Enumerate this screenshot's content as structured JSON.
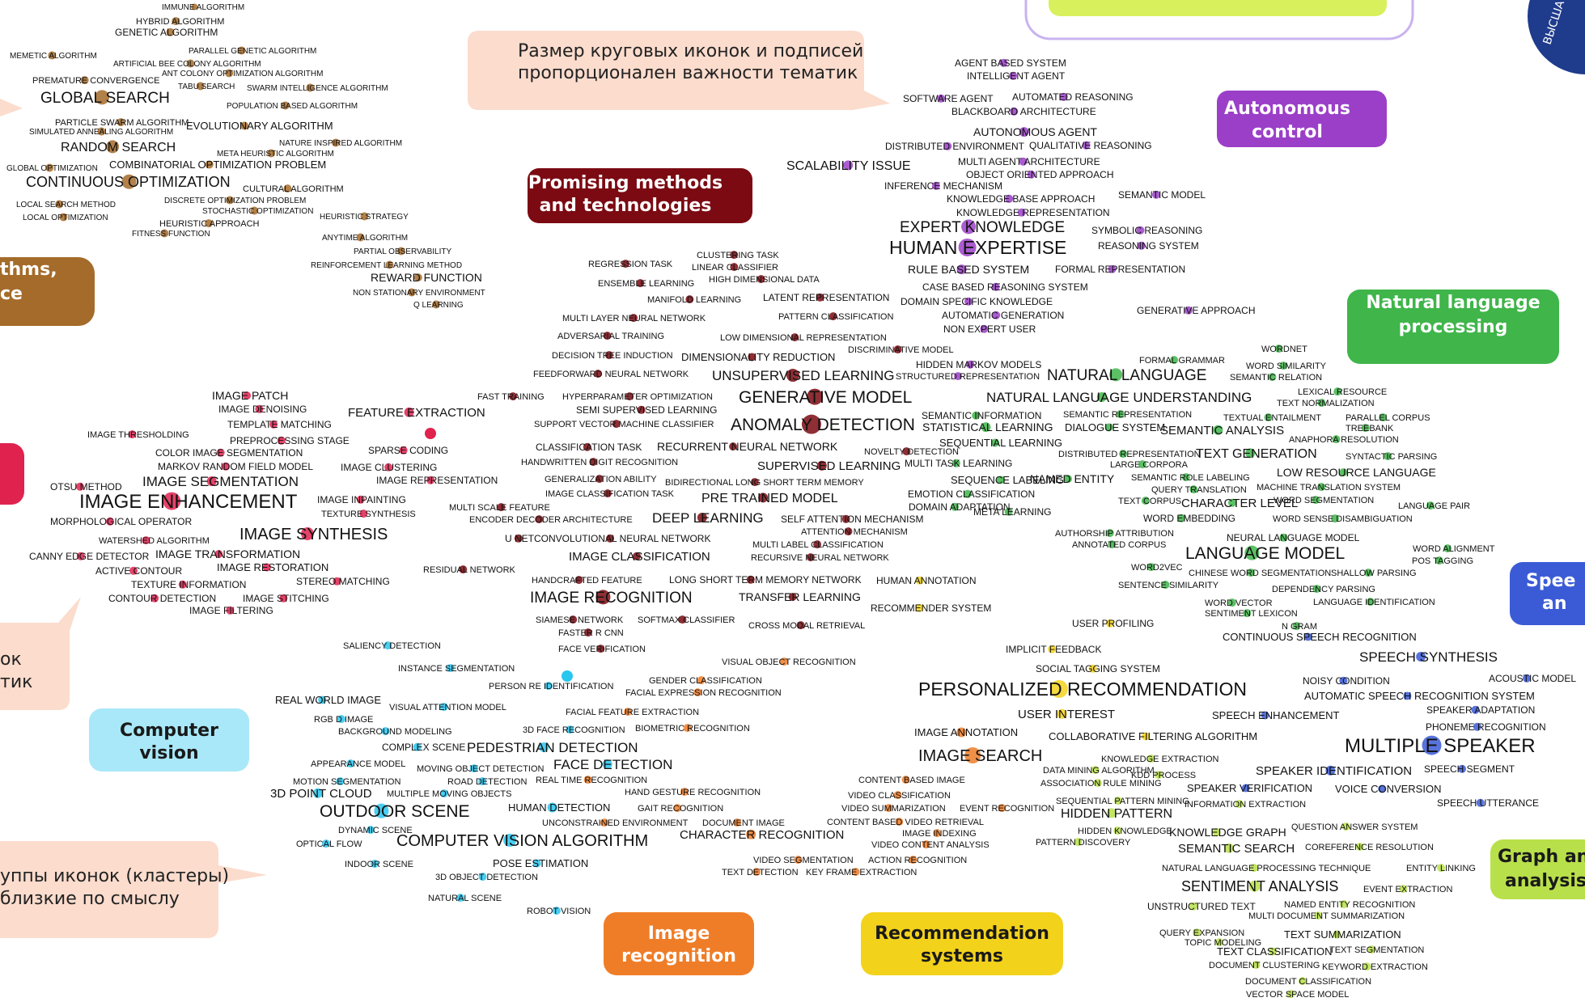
{
  "callouts": {
    "size_note": [
      "Размер круговых иконок и подписей",
      "пропорционален важности тематик"
    ],
    "cluster_note": [
      "уппы иконок (кластеры)",
      "близкие по смыслу"
    ],
    "left_note": [
      "ок",
      "тик"
    ]
  },
  "cluster_labels": {
    "algorithms": [
      "thms,",
      "ce"
    ],
    "promising": [
      "Promising methods",
      "and technologies"
    ],
    "autonomous": [
      "Autonomous",
      "control"
    ],
    "nlp": [
      "Natural language",
      "processing"
    ],
    "computer_vision": [
      "Computer",
      "vision"
    ],
    "image_recognition": [
      "Image",
      "recognition"
    ],
    "recommendation": [
      "Recommendation",
      "systems"
    ],
    "speech": [
      "Spee",
      "an"
    ],
    "graph": [
      "Graph and",
      "analysis"
    ]
  },
  "logo_text": "ВЫСША",
  "colors": {
    "algorithms": "#a46b2a",
    "promising": "#7b0a12",
    "autonomous": "#9b3fc8",
    "nlp": "#3fb54a",
    "computer_vision": "#29c6ef",
    "image_proc": "#e0224f",
    "image_recognition": "#ef7d28",
    "recommendation": "#f3d21c",
    "speech": "#3b5bd6",
    "graph": "#b8e04a",
    "callout_bg": "#fbdccd",
    "cv_label_bg": "#a9e8f8",
    "logo": "#1f3b8c"
  },
  "terms": {
    "algorithms": [
      "IMMUNE ALGORITHM",
      "HYBRID ALGORITHM",
      "GENETIC ALGORITHM",
      "MEMETIC ALGORITHM",
      "PARALLEL GENETIC ALGORITHM",
      "ARTIFICIAL BEE COLONY ALGORITHM",
      "ANT COLONY OPTIMIZATION ALGORITHM",
      "PREMATURE CONVERGENCE",
      "TABU SEARCH",
      "SWARM INTELLIGENCE ALGORITHM",
      "GLOBAL SEARCH",
      "POPULATION BASED ALGORITHM",
      "PARTICLE SWARM ALGORITHM",
      "SIMULATED ANNEALING ALGORITHM",
      "EVOLUTIONARY ALGORITHM",
      "NATURE INSPIRED ALGORITHM",
      "RANDOM SEARCH",
      "META HEURISTIC ALGORITHM",
      "GLOBAL OPTIMIZATION",
      "COMBINATORIAL OPTIMIZATION PROBLEM",
      "CONTINUOUS OPTIMIZATION",
      "CULTURAL ALGORITHM",
      "DISCRETE OPTIMIZATION PROBLEM",
      "LOCAL SEARCH METHOD",
      "STOCHASTIC OPTIMIZATION",
      "LOCAL OPTIMIZATION",
      "HEURISTIC STRATEGY",
      "HEURISTIC APPROACH",
      "FITNESS FUNCTION",
      "ANYTIME ALGORITHM",
      "PARTIAL OBSERVABILITY",
      "REINFORCEMENT LEARNING METHOD",
      "REWARD FUNCTION",
      "NON STATIONARY ENVIRONMENT",
      "Q LEARNING"
    ],
    "promising": [
      "CLUSTERING TASK",
      "REGRESSION TASK",
      "LINEAR CLASSIFIER",
      "HIGH DIMENSIONAL DATA",
      "ENSEMBLE LEARNING",
      "MANIFOLD LEARNING",
      "LATENT REPRESENTATION",
      "MULTI LAYER NEURAL NETWORK",
      "PATTERN CLASSIFICATION",
      "ADVERSARIAL TRAINING",
      "LOW DIMENSIONAL REPRESENTATION",
      "DISCRIMINATIVE MODEL",
      "DECISION TREE INDUCTION",
      "DIMENSIONALITY REDUCTION",
      "FEEDFORWARD NEURAL NETWORK",
      "UNSUPERVISED LEARNING",
      "FAST TRAINING",
      "HYPERPARAMETER OPTIMIZATION",
      "GENERATIVE MODEL",
      "SEMI SUPERVISED LEARNING",
      "SUPPORT VECTOR MACHINE CLASSIFIER",
      "ANOMALY DETECTION",
      "CLASSIFICATION TASK",
      "RECURRENT NEURAL NETWORK",
      "NOVELTY DETECTION",
      "HANDWRITTEN DIGIT RECOGNITION",
      "SUPERVISED LEARNING",
      "GENERALIZATION ABILITY",
      "BIDIRECTIONAL LONG SHORT TERM MEMORY",
      "IMAGE CLASSIFICATION TASK",
      "PRE TRAINED MODEL",
      "MULTI SCALE FEATURE",
      "ENCODER DECODER ARCHITECTURE",
      "DEEP LEARNING",
      "SELF ATTENTION MECHANISM",
      "ATTENTION MECHANISM",
      "U NET",
      "CONVOLUTIONAL NEURAL NETWORK",
      "MULTI LABEL CLASSIFICATION",
      "IMAGE CLASSIFICATION",
      "RECURSIVE NEURAL NETWORK",
      "RESIDUAL NETWORK",
      "HANDCRAFTED FEATURE",
      "LONG SHORT TERM MEMORY NETWORK",
      "IMAGE RECOGNITION",
      "TRANSFER LEARNING",
      "SIAMESE NETWORK",
      "SOFTMAX CLASSIFIER",
      "CROSS MODAL RETRIEVAL",
      "FASTER R CNN",
      "FACE VERIFICATION"
    ],
    "image_proc": [
      "IMAGE PATCH",
      "IMAGE DENOISING",
      "FEATURE EXTRACTION",
      "TEMPLATE MATCHING",
      "IMAGE THRESHOLDING",
      "PREPROCESSING STAGE",
      "SPARSE CODING",
      "COLOR IMAGE SEGMENTATION",
      "MARKOV RANDOM FIELD MODEL",
      "IMAGE CLUSTERING",
      "IMAGE SEGMENTATION",
      "IMAGE REPRESENTATION",
      "OTSU METHOD",
      "IMAGE ENHANCEMENT",
      "IMAGE INPAINTING",
      "TEXTURE SYNTHESIS",
      "MORPHOLOGICAL OPERATOR",
      "IMAGE SYNTHESIS",
      "WATERSHED ALGORITHM",
      "CANNY EDGE DETECTOR",
      "IMAGE TRANSFORMATION",
      "ACTIVE CONTOUR",
      "IMAGE RESTORATION",
      "TEXTURE INFORMATION",
      "STEREO MATCHING",
      "CONTOUR DETECTION",
      "IMAGE STITCHING",
      "IMAGE FILTERING"
    ],
    "computer_vision": [
      "SALIENCY DETECTION",
      "INSTANCE SEGMENTATION",
      "PERSON RE IDENTIFICATION",
      "REAL WORLD IMAGE",
      "VISUAL ATTENTION MODEL",
      "RGB D IMAGE",
      "BACKGROUND MODELING",
      "3D FACE RECOGNITION",
      "COMPLEX SCENE",
      "PEDESTRIAN DETECTION",
      "APPEARANCE MODEL",
      "MOVING OBJECT DETECTION",
      "FACE DETECTION",
      "MOTION SEGMENTATION",
      "ROAD DETECTION",
      "3D POINT CLOUD",
      "MULTIPLE MOVING OBJECTS",
      "HUMAN DETECTION",
      "OUTDOOR SCENE",
      "DYNAMIC SCENE",
      "OPTICAL FLOW",
      "COMPUTER VISION ALGORITHM",
      "INDOOR SCENE",
      "POSE ESTIMATION",
      "3D OBJECT DETECTION",
      "NATURAL SCENE",
      "ROBOT VISION"
    ],
    "image_recognition": [
      "VISUAL OBJECT RECOGNITION",
      "GENDER CLASSIFICATION",
      "FACIAL EXPRESSION RECOGNITION",
      "FACIAL FEATURE EXTRACTION",
      "BIOMETRIC RECOGNITION",
      "REAL TIME RECOGNITION",
      "HAND GESTURE RECOGNITION",
      "GAIT RECOGNITION",
      "UNCONSTRAINED ENVIRONMENT",
      "DOCUMENT IMAGE",
      "CHARACTER RECOGNITION",
      "VIDEO SEGMENTATION",
      "ACTION RECOGNITION",
      "TEXT DETECTION",
      "KEY FRAME EXTRACTION",
      "IMAGE ANNOTATION",
      "IMAGE SEARCH",
      "CONTENT BASED IMAGE",
      "VIDEO CLASSIFICATION",
      "VIDEO SUMMARIZATION",
      "EVENT RECOGNITION",
      "CONTENT BASED VIDEO RETRIEVAL",
      "IMAGE INDEXING",
      "VIDEO CONTENT ANALYSIS"
    ],
    "autonomous": [
      "AGENT BASED SYSTEM",
      "INTELLIGENT AGENT",
      "SOFTWARE AGENT",
      "AUTOMATED REASONING",
      "BLACKBOARD ARCHITECTURE",
      "AUTONOMOUS AGENT",
      "DISTRIBUTED ENVIRONMENT",
      "QUALITATIVE REASONING",
      "SCALABILITY ISSUE",
      "MULTI AGENT ARCHITECTURE",
      "OBJECT ORIENTED APPROACH",
      "INFERENCE MECHANISM",
      "KNOWLEDGE BASE APPROACH",
      "SEMANTIC MODEL",
      "KNOWLEDGE REPRESENTATION",
      "EXPERT KNOWLEDGE",
      "SYMBOLIC REASONING",
      "HUMAN EXPERTISE",
      "REASONING SYSTEM",
      "RULE BASED SYSTEM",
      "FORMAL REPRESENTATION",
      "CASE BASED REASONING SYSTEM",
      "DOMAIN SPECIFIC KNOWLEDGE",
      "AUTOMATIC GENERATION",
      "GENERATIVE APPROACH",
      "NON EXPERT USER",
      "HIDDEN MARKOV MODELS",
      "STRUCTURED REPRESENTATION"
    ],
    "nlp": [
      "WORDNET",
      "FORMAL GRAMMAR",
      "WORD SIMILARITY",
      "NATURAL LANGUAGE",
      "SEMANTIC RELATION",
      "LEXICAL RESOURCE",
      "NATURAL LANGUAGE UNDERSTANDING",
      "TEXT NORMALIZATION",
      "SEMANTIC INFORMATION",
      "SEMANTIC REPRESENTATION",
      "TEXTUAL ENTAILMENT",
      "PARALLEL CORPUS",
      "STATISTICAL LEARNING",
      "DIALOGUE SYSTEM",
      "SEMANTIC ANALYSIS",
      "TREEBANK",
      "ANAPHORA RESOLUTION",
      "SEQUENTIAL LEARNING",
      "DISTRIBUTED REPRESENTATION",
      "TEXT GENERATION",
      "SYNTACTIC PARSING",
      "MULTI TASK LEARNING",
      "LARGE CORPORA",
      "LOW RESOURCE LANGUAGE",
      "SEQUENCE LABELING",
      "NAMED ENTITY",
      "SEMANTIC ROLE LABELING",
      "MACHINE TRANSLATION SYSTEM",
      "EMOTION CLASSIFICATION",
      "QUERY TRANSLATION",
      "DOMAIN ADAPTATION",
      "TEXT CORPUS",
      "CHARACTER LEVEL",
      "WORD SEGMENTATION",
      "LANGUAGE PAIR",
      "META LEARNING",
      "WORD EMBEDDING",
      "WORD SENSE DISAMBIGUATION",
      "AUTHORSHIP ATTRIBUTION",
      "NEURAL LANGUAGE MODEL",
      "ANNOTATED CORPUS",
      "WORD ALIGNMENT",
      "LANGUAGE MODEL",
      "POS TAGGING",
      "WORD2VEC",
      "CHINESE WORD SEGMENTATION",
      "SHALLOW PARSING",
      "SENTENCE SIMILARITY",
      "DEPENDENCY PARSING",
      "WORD VECTOR",
      "LANGUAGE IDENTIFICATION",
      "SENTIMENT LEXICON",
      "N GRAM"
    ],
    "recommendation": [
      "HUMAN ANNOTATION",
      "RECOMMENDER SYSTEM",
      "USER PROFILING",
      "IMPLICIT FEEDBACK",
      "SOCIAL TAGGING SYSTEM",
      "PERSONALIZED RECOMMENDATION",
      "USER INTEREST",
      "COLLABORATIVE FILTERING ALGORITHM"
    ],
    "speech": [
      "CONTINUOUS SPEECH RECOGNITION",
      "SPEECH SYNTHESIS",
      "NOISY CONDITION",
      "ACOUSTIC MODEL",
      "AUTOMATIC SPEECH RECOGNITION SYSTEM",
      "SPEAKER ADAPTATION",
      "SPEECH ENHANCEMENT",
      "PHONEME RECOGNITION",
      "MULTIPLE SPEAKER",
      "SPEAKER IDENTIFICATION",
      "SPEECH SEGMENT",
      "SPEAKER VERIFICATION",
      "VOICE CONVERSION",
      "SPEECH UTTERANCE"
    ],
    "graph": [
      "KNOWLEDGE EXTRACTION",
      "DATA MINING ALGORITHM",
      "KDD PROCESS",
      "ASSOCIATION RULE MINING",
      "SEQUENTIAL PATTERN MINING",
      "INFORMATION EXTRACTION",
      "HIDDEN PATTERN",
      "HIDDEN KNOWLEDGE",
      "KNOWLEDGE GRAPH",
      "PATTERN DISCOVERY",
      "QUESTION ANSWER SYSTEM",
      "SEMANTIC SEARCH",
      "COREFERENCE RESOLUTION",
      "NATURAL LANGUAGE PROCESSING TECHNIQUE",
      "ENTITY LINKING",
      "SENTIMENT ANALYSIS",
      "EVENT EXTRACTION",
      "UNSTRUCTURED TEXT",
      "NAMED ENTITY RECOGNITION",
      "MULTI DOCUMENT SUMMARIZATION",
      "QUERY EXPANSION",
      "TEXT SUMMARIZATION",
      "TOPIC MODELING",
      "TEXT CLASSIFICATION",
      "TEXT SEGMENTATION",
      "DOCUMENT CLUSTERING",
      "KEYWORD EXTRACTION",
      "DOCUMENT CLASSIFICATION",
      "VECTOR SPACE MODEL"
    ]
  }
}
